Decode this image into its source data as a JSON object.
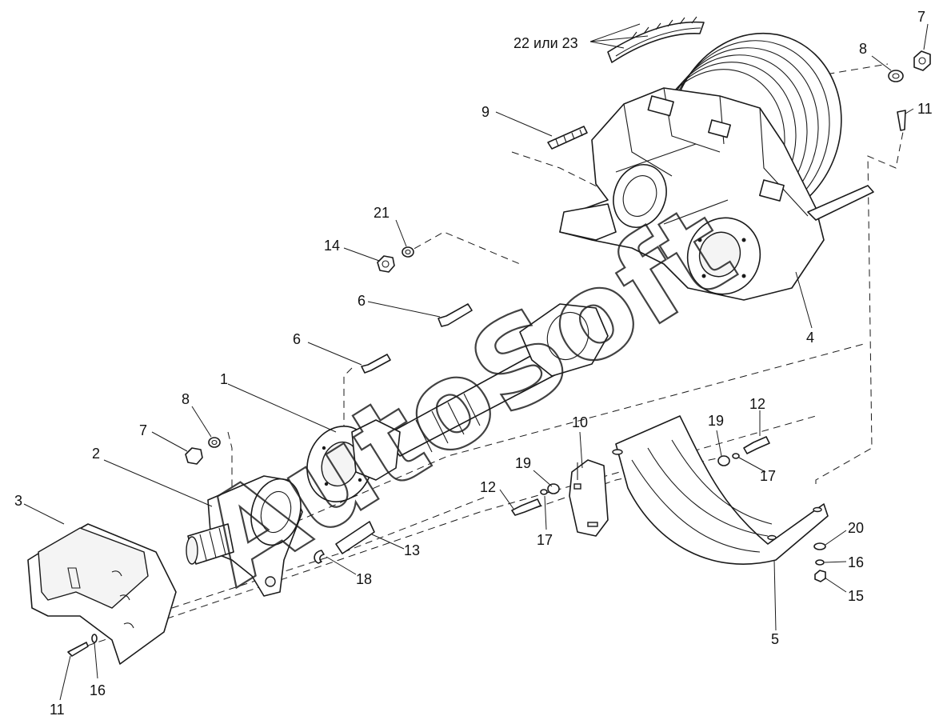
{
  "watermark": "AutoSoft",
  "callouts": [
    {
      "id": "c-22-23",
      "text": "22 или 23"
    },
    {
      "id": "c-7a",
      "text": "7"
    },
    {
      "id": "c-8a",
      "text": "8"
    },
    {
      "id": "c-11a",
      "text": "11"
    },
    {
      "id": "c-9",
      "text": "9"
    },
    {
      "id": "c-21",
      "text": "21"
    },
    {
      "id": "c-14",
      "text": "14"
    },
    {
      "id": "c-6a",
      "text": "6"
    },
    {
      "id": "c-6b",
      "text": "6"
    },
    {
      "id": "c-4",
      "text": "4"
    },
    {
      "id": "c-1",
      "text": "1"
    },
    {
      "id": "c-8b",
      "text": "8"
    },
    {
      "id": "c-7b",
      "text": "7"
    },
    {
      "id": "c-2",
      "text": "2"
    },
    {
      "id": "c-3",
      "text": "3"
    },
    {
      "id": "c-10",
      "text": "10"
    },
    {
      "id": "c-19a",
      "text": "19"
    },
    {
      "id": "c-12a",
      "text": "12"
    },
    {
      "id": "c-17a",
      "text": "17"
    },
    {
      "id": "c-19b",
      "text": "19"
    },
    {
      "id": "c-12b",
      "text": "12"
    },
    {
      "id": "c-17b",
      "text": "17"
    },
    {
      "id": "c-13",
      "text": "13"
    },
    {
      "id": "c-18",
      "text": "18"
    },
    {
      "id": "c-20",
      "text": "20"
    },
    {
      "id": "c-16a",
      "text": "16"
    },
    {
      "id": "c-15",
      "text": "15"
    },
    {
      "id": "c-5",
      "text": "5"
    },
    {
      "id": "c-11b",
      "text": "11"
    },
    {
      "id": "c-16b",
      "text": "16"
    }
  ]
}
